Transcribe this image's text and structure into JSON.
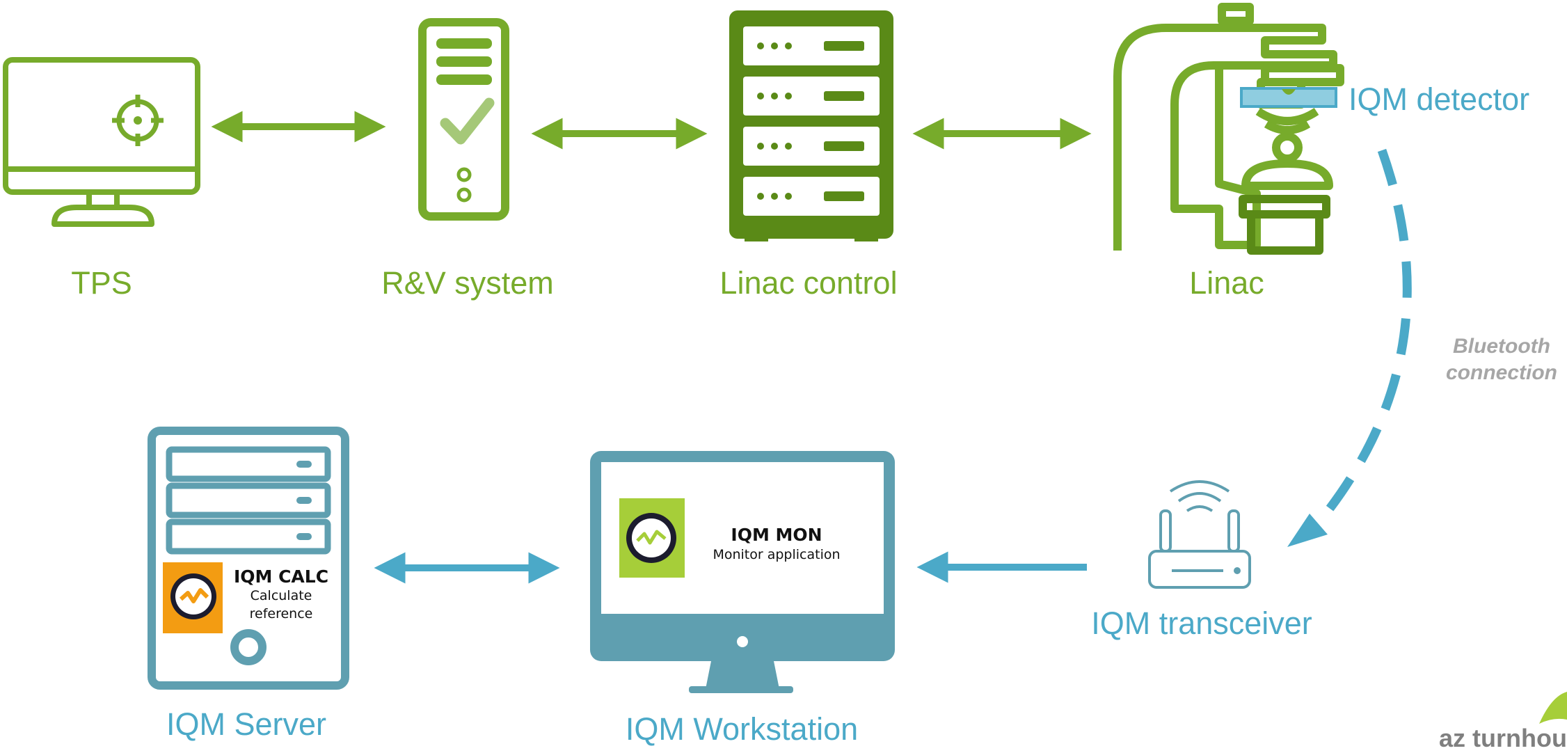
{
  "nodes": {
    "tps": "TPS",
    "rv_system": "R&V system",
    "linac_control": "Linac control",
    "linac": "Linac",
    "iqm_detector": "IQM detector",
    "iqm_transceiver": "IQM transceiver",
    "iqm_workstation": "IQM Workstation",
    "iqm_server": "IQM Server"
  },
  "connection": {
    "line1": "Bluetooth",
    "line2": "connection"
  },
  "apps": {
    "mon_title": "IQM MON",
    "mon_subtitle": "Monitor application",
    "calc_title": "IQM CALC",
    "calc_line1": "Calculate",
    "calc_line2": "reference"
  },
  "logo": {
    "text": "az turnhou"
  },
  "colors": {
    "green": "#77ab2b",
    "dark_green": "#5a8a17",
    "blue": "#4ba9c8",
    "teal": "#5f9fb0",
    "gray_text": "#a6a6a6"
  },
  "icons": [
    "monitor-crosshair-icon",
    "server-check-icon",
    "rack-server-icon",
    "linac-icon",
    "router-wifi-icon",
    "desktop-monitor-icon",
    "tower-server-icon",
    "app-logo-icon"
  ]
}
